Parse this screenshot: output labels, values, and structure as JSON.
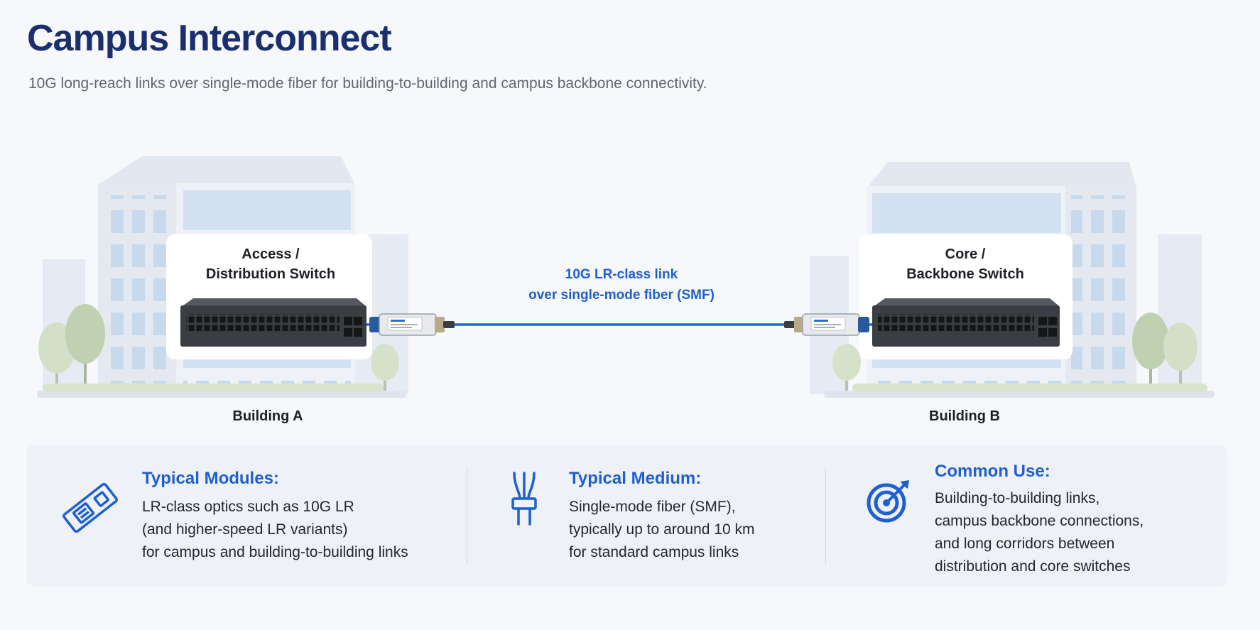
{
  "title": "Campus Interconnect",
  "subtitle": "10G long-reach links over single-mode fiber for building-to-building and campus backbone connectivity.",
  "left": {
    "switch_label_line1": "Access /",
    "switch_label_line2": "Distribution Switch",
    "building_label": "Building A"
  },
  "right": {
    "switch_label_line1": "Core /",
    "switch_label_line2": "Backbone Switch",
    "building_label": "Building B"
  },
  "link": {
    "label_line1": "10G LR-class link",
    "label_line2": "over single-mode fiber (SMF)"
  },
  "info": [
    {
      "icon": "transceiver-module-icon",
      "title": "Typical Modules:",
      "lines": [
        "LR-class optics such as 10G LR",
        "(and higher-speed LR variants)",
        "for campus and building-to-building links"
      ]
    },
    {
      "icon": "fiber-cable-icon",
      "title": "Typical Medium:",
      "lines": [
        "Single-mode fiber (SMF),",
        "typically up to around 10 km",
        "for standard campus links"
      ]
    },
    {
      "icon": "target-icon",
      "title": "Common Use:",
      "lines": [
        "Building-to-building links,",
        "campus backbone connections,",
        "and long corridors between",
        "distribution and core switches"
      ]
    }
  ],
  "colors": {
    "accent": "#1e5fd1",
    "title": "#1b2f6e",
    "fiber": "#1e63e0"
  }
}
